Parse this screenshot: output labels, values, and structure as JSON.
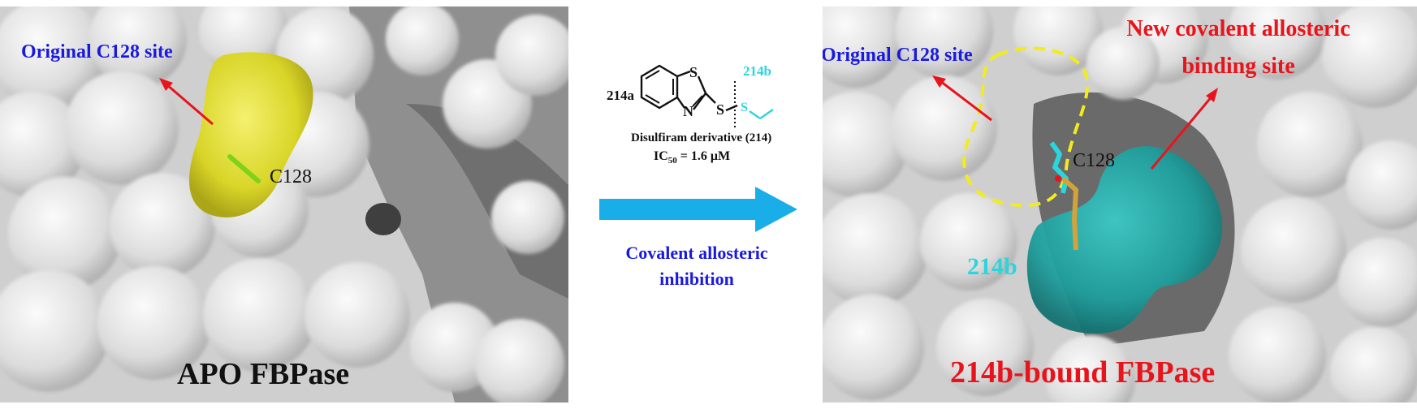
{
  "left_panel": {
    "site_label": "Original C128 site",
    "residue_label": "C128",
    "title": "APO FBPase"
  },
  "middle": {
    "compound_label_a": "214a",
    "compound_label_b": "214b",
    "compound_name": "Disulfiram derivative (214)",
    "ic50_prefix": "IC",
    "ic50_subscript": "50",
    "ic50_value": " = 1.6 μM",
    "process_line1": "Covalent allosteric",
    "process_line2": "inhibition",
    "atom_s_ring": "S",
    "atom_n_ring": "N",
    "atom_s_link": "S",
    "atom_s_cyan": "S"
  },
  "right_panel": {
    "site_label": "Original C128 site",
    "new_site_line1": "New covalent allosteric",
    "new_site_line2": "binding site",
    "residue_label": "C128",
    "ligand_label": "214b",
    "title": "214b-bound FBPase"
  },
  "colors": {
    "surface_light": "#ececec",
    "surface_shadow": "#8a8a8a",
    "pocket_yellow": "#e3e22a",
    "ligand_teal": "#1fa8a8",
    "arrow_cyan": "#19aee8",
    "label_blue": "#1a1adf",
    "label_red": "#e8141c",
    "label_cyan": "#2ad6dc",
    "dashed_outline": "#f2ec1a"
  }
}
